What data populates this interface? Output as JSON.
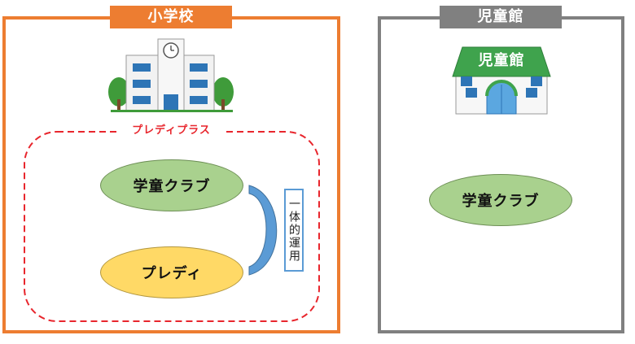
{
  "school": {
    "title": "小学校",
    "pledy_plus": "プレディプラス",
    "club": "学童クラブ",
    "pledy": "プレディ",
    "unified_operation": "一体的運用"
  },
  "center": {
    "title": "児童館",
    "building_sign": "児童館",
    "club": "学童クラブ"
  },
  "colors": {
    "school_border": "#ED7D31",
    "center_border": "#808080",
    "club_fill": "#A9D18E",
    "pledy_fill": "#FFD966",
    "dashed_border": "#E8262D",
    "bracket": "#5B9BD5",
    "center_roof": "#3FA34D"
  },
  "icons": {
    "school_building": "school-building-icon",
    "children_center_building": "children-center-building-icon"
  }
}
